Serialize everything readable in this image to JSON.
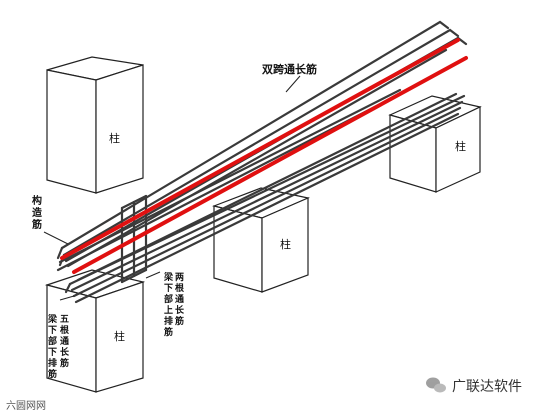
{
  "column_label": "柱",
  "labels": {
    "double_span": "双跨通长筋",
    "structural": [
      "构",
      "造",
      "筋"
    ],
    "two_bars": [
      "两",
      "根",
      "通",
      "长",
      "筋"
    ],
    "beam_bottom_a": [
      "梁",
      "下",
      "部",
      "上",
      "排",
      "筋"
    ],
    "five_bars": [
      "五",
      "根",
      "通",
      "长",
      "筋"
    ],
    "beam_bottom_b": [
      "梁",
      "下",
      "部",
      "下",
      "排",
      "筋"
    ]
  },
  "watermark_left": "六圆网网",
  "watermark_right": "广联达软件",
  "colors": {
    "rebar": "#3a3a3a",
    "highlight": "#e01010",
    "outline": "#222222"
  }
}
